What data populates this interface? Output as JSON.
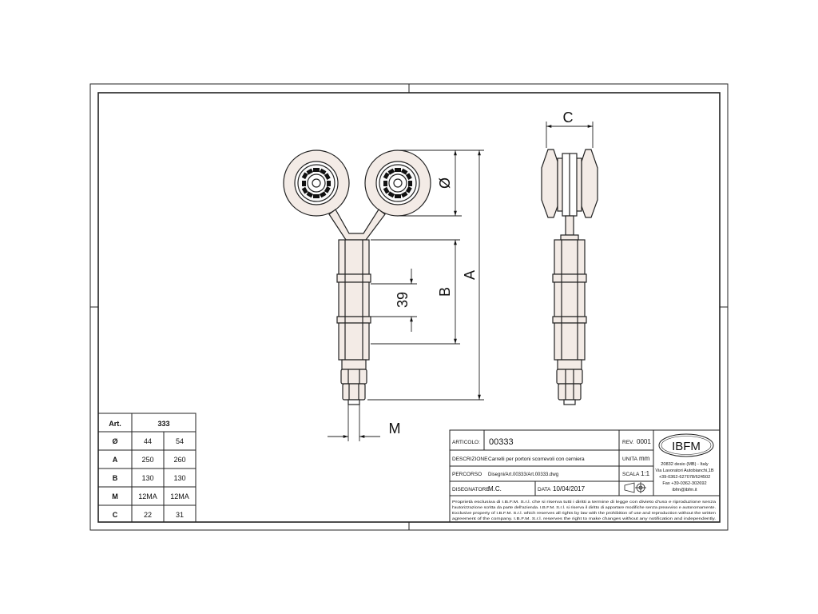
{
  "drawing": {
    "dims": {
      "C": "C",
      "dia": "Ø",
      "A": "A",
      "B": "B",
      "d39": "39",
      "M": "M"
    }
  },
  "article_table": {
    "header_label": "Art.",
    "header_value": "333",
    "rows": [
      {
        "label": "Ø",
        "v1": "44",
        "v2": "54"
      },
      {
        "label": "A",
        "v1": "250",
        "v2": "260"
      },
      {
        "label": "B",
        "v1": "130",
        "v2": "130"
      },
      {
        "label": "M",
        "v1": "12MA",
        "v2": "12MA"
      },
      {
        "label": "C",
        "v1": "22",
        "v2": "31"
      }
    ]
  },
  "title_block": {
    "articolo_label": "ARTICOLO:",
    "articolo_value": "00333",
    "rev_label": "REV.",
    "rev_value": "0001",
    "descrizione_label": "DESCRIZIONE",
    "descrizione_value": "Carrelli per portoni scorrevoli con cerniera",
    "unita_label": "UNITA",
    "unita_value": "mm",
    "percorso_label": "PERCORSO",
    "percorso_value": "Disegni/Art.00333/Art.00333.dwg",
    "scala_label": "SCALA",
    "scala_value": "1:1",
    "disegnatore_label": "DISEGNATORE",
    "disegnatore_value": "M.C.",
    "data_label": "DATA",
    "data_value": "10/04/2017",
    "logo": "IBFM",
    "company_lines": [
      "20832 desio (MB) - Italy",
      "Via Lavoratori Autobianchi,1B",
      "+39-0362-627078/624502",
      "Fax +39-0362-302692",
      "ibfm@ibfm.it"
    ],
    "disclaimer_lines": [
      "Proprietà esclusiva di I.B.F.M. S.r.l. che si riserva tutti i diritti a termine di legge con divieto d'uso e riproduzione senza",
      "l'autorizzazione scritta da parte dell'azienda. I.B.F.M. S.r.l. si riserva il diritto di apportare modifiche senza preavviso e autonomamente.",
      "Exclusive property of I.B.F.M. S.r.l. which reserves all rights by law with the prohibition of use and reproduction without the written",
      "agreement of the company. I.B.F.M. S.r.l. reserves the right to make changes without any notification and independently."
    ]
  }
}
